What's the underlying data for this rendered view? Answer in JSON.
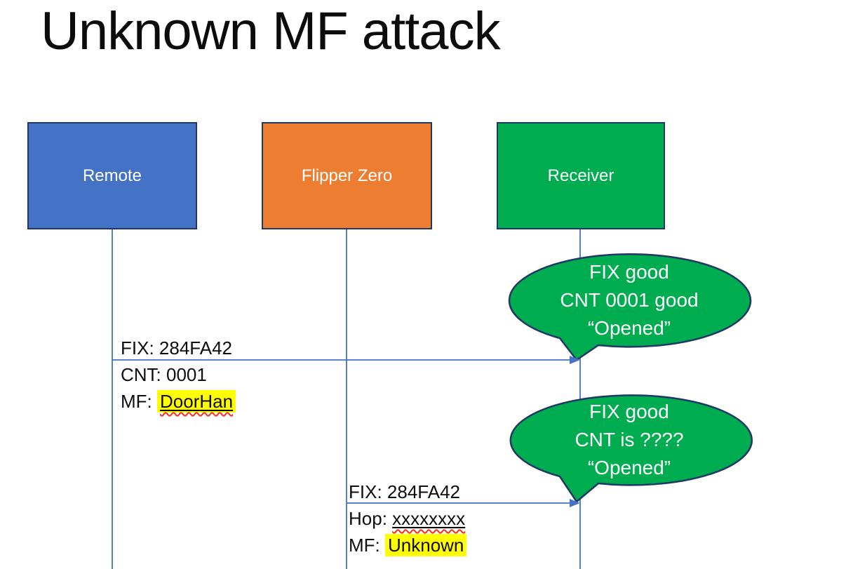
{
  "slide": {
    "title": "Unknown MF attack"
  },
  "actors": [
    {
      "id": "remote",
      "label": "Remote",
      "fill": "#4472c4"
    },
    {
      "id": "flipper-zero",
      "label": "Flipper Zero",
      "fill": "#ed7d31"
    },
    {
      "id": "receiver",
      "label": "Receiver",
      "fill": "#00ac50"
    }
  ],
  "messages": [
    {
      "from": "Remote",
      "to": "Receiver",
      "above_line": "FIX: 284FA42",
      "below_line1": "CNT: 0001",
      "below_line2_prefix": "MF: ",
      "below_line2_value": "DoorHan"
    },
    {
      "from": "Flipper Zero",
      "to": "Receiver",
      "above_line": "FIX: 284FA42",
      "below_line1_prefix": "Hop: ",
      "below_line1_value": "xxxxxxxx",
      "below_line2_prefix": "MF: ",
      "below_line2_value": "Unknown"
    }
  ],
  "callouts": [
    {
      "lines": [
        "FIX good",
        "CNT 0001 good",
        "“Opened”"
      ]
    },
    {
      "lines": [
        "FIX good",
        "CNT is ????",
        "“Opened”"
      ]
    }
  ],
  "colors": {
    "actor_remote_fill": "#4472c4",
    "actor_flipper_fill": "#ed7d31",
    "actor_receiver_fill": "#00ac50",
    "shape_border_navy": "#1f3864",
    "callout_fill": "#00ac50",
    "line_blue": "#4472c4",
    "highlight_yellow": "#ffff00",
    "squiggle_red": "#ff2a1a",
    "text_black": "#0d0d0d",
    "text_white": "#ffffff"
  }
}
